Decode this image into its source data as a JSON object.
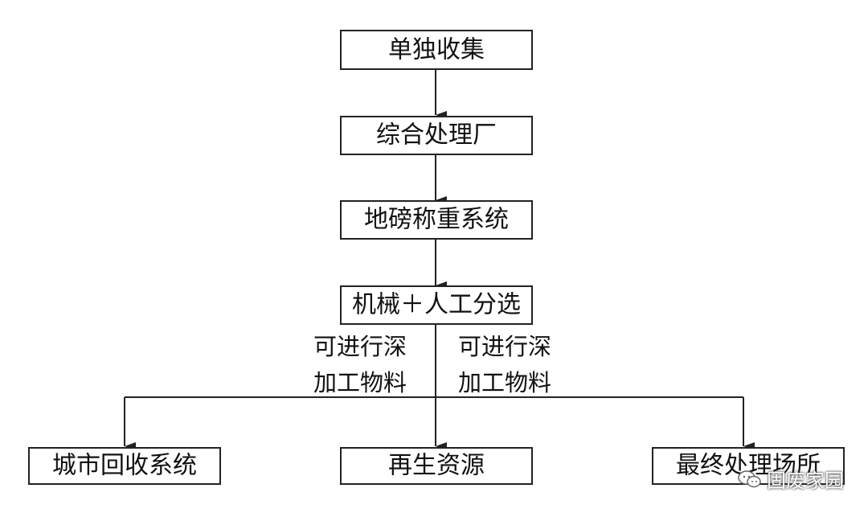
{
  "nodes": {
    "collect": "单独收集",
    "plant": "综合处理厂",
    "weigh": "地磅称重系统",
    "sort": "机械＋人工分选",
    "recycle": "城市回收系统",
    "resource": "再生资源",
    "disposal": "最终处理场所"
  },
  "labels": {
    "left_line1": "可进行深",
    "left_line2": "加工物料",
    "right_line1": "可进行深",
    "right_line2": "加工物料"
  },
  "watermark": {
    "text": "固废家园",
    "icon": "wechat-icon"
  }
}
